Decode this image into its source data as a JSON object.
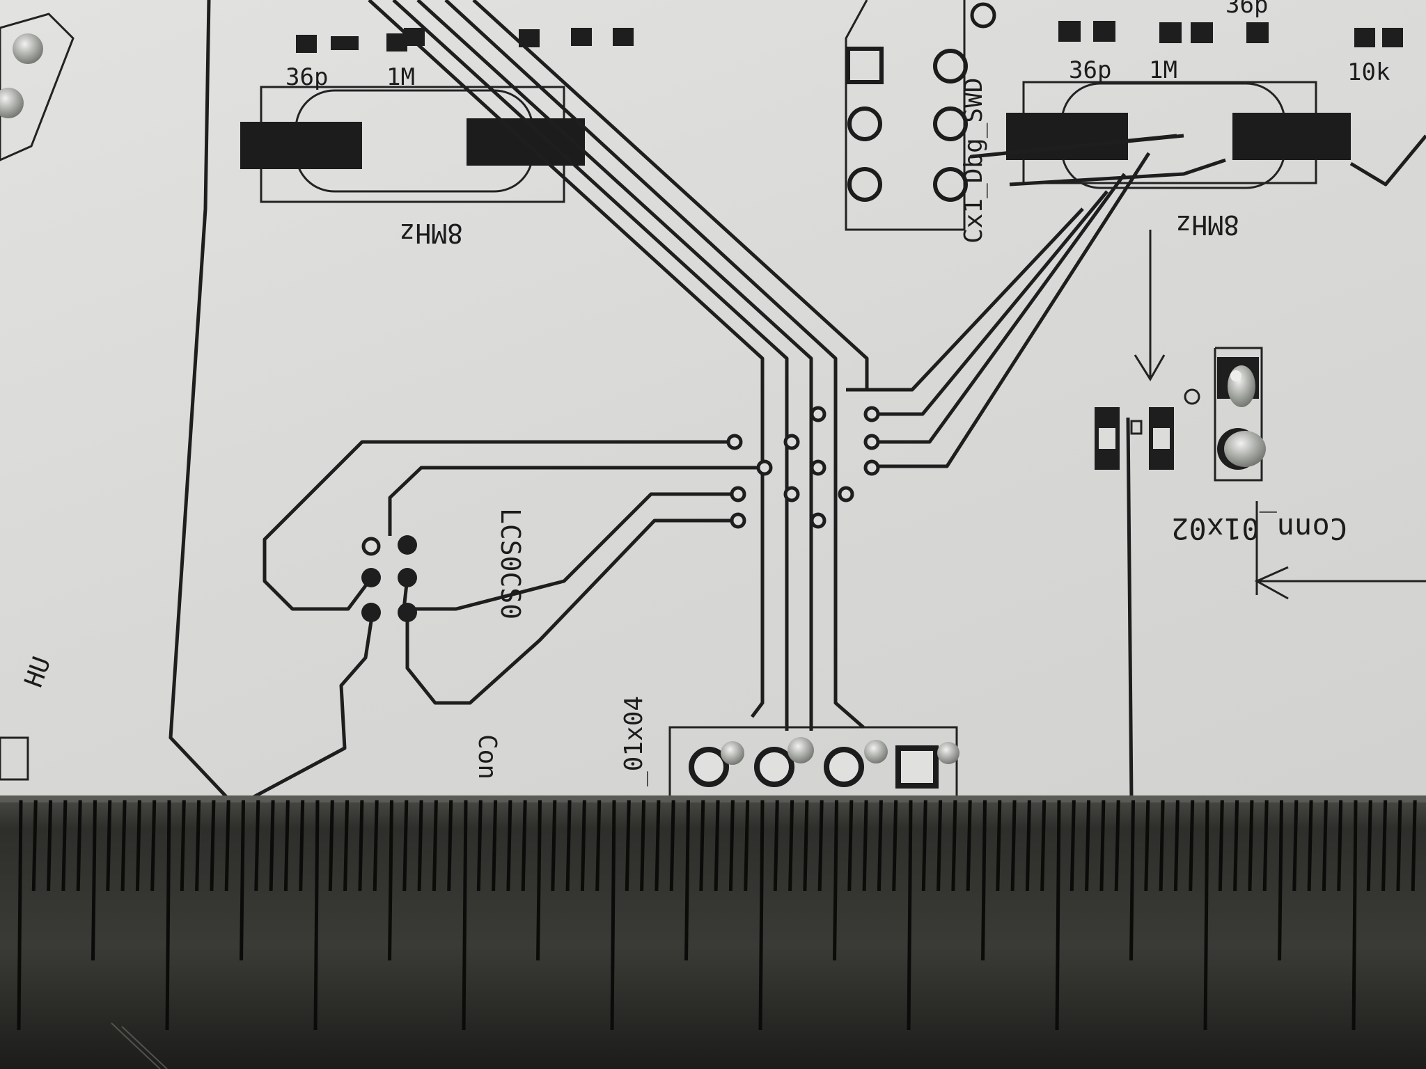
{
  "photo": {
    "paper_color": "#dcdcda",
    "ink_color": "#1e1e1e",
    "ruler_color": "#2a2a28",
    "solder_color": "#a9aca8"
  },
  "silkscreen": {
    "cap_left_1": "36p",
    "res_left_1": "1M",
    "crystal_left": "8MHz",
    "cap_right_1": "36p",
    "res_right_1": "1M",
    "crystal_right": "8MHz",
    "cap_right_2": "36p",
    "res_right_2": "10k",
    "swd_label": "Cx1_Dbg_SWD",
    "ic_label": "LCS0CS0",
    "header_4_label": "_01x04",
    "header_4_label_prefix": "Con",
    "conn_2_label": "Conn_01x02",
    "edge_label": "HU"
  }
}
